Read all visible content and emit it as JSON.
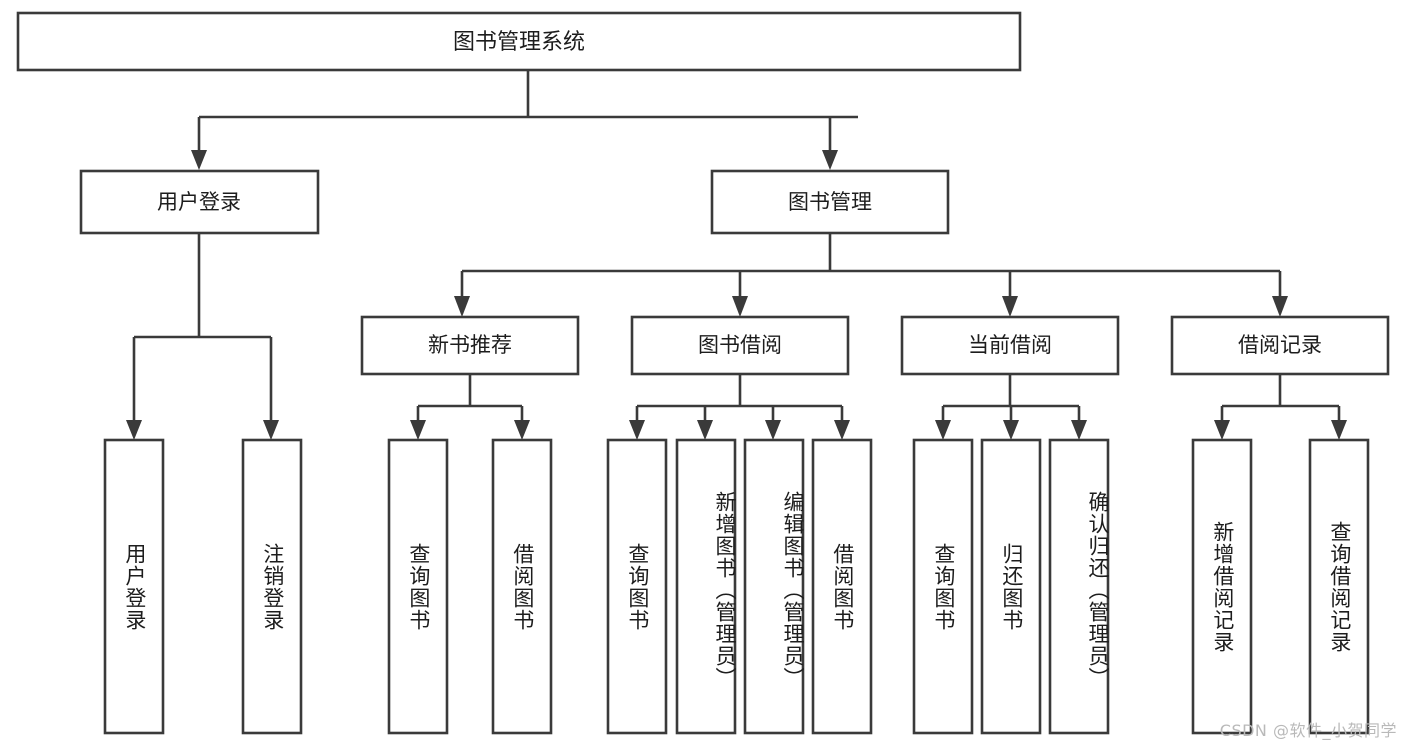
{
  "diagram": {
    "title": "图书管理系统",
    "watermark": "CSDN @软件_小贺同学",
    "levels": {
      "root": {
        "label": "图书管理系统"
      },
      "level2": [
        {
          "label": "用户登录"
        },
        {
          "label": "图书管理"
        }
      ],
      "level3": [
        {
          "label": "新书推荐"
        },
        {
          "label": "图书借阅"
        },
        {
          "label": "当前借阅"
        },
        {
          "label": "借阅记录"
        }
      ],
      "leaves_user_login": [
        {
          "label": "用户登录"
        },
        {
          "label": "注销登录"
        }
      ],
      "leaves_new_books": [
        {
          "label": "查询图书"
        },
        {
          "label": "借阅图书"
        }
      ],
      "leaves_borrow": [
        {
          "label": "查询图书"
        },
        {
          "label": "新增图书（管理员）"
        },
        {
          "label": "编辑图书（管理员）"
        },
        {
          "label": "借阅图书"
        }
      ],
      "leaves_current": [
        {
          "label": "查询图书"
        },
        {
          "label": "归还图书"
        },
        {
          "label": "确认归还（管理员）"
        }
      ],
      "leaves_records": [
        {
          "label": "新增借阅记录"
        },
        {
          "label": "查询借阅记录"
        }
      ]
    },
    "colors": {
      "stroke": "#3a3a3a",
      "fill": "#ffffff",
      "text": "#1d1d1d",
      "watermark": "#b9b9b9"
    }
  }
}
